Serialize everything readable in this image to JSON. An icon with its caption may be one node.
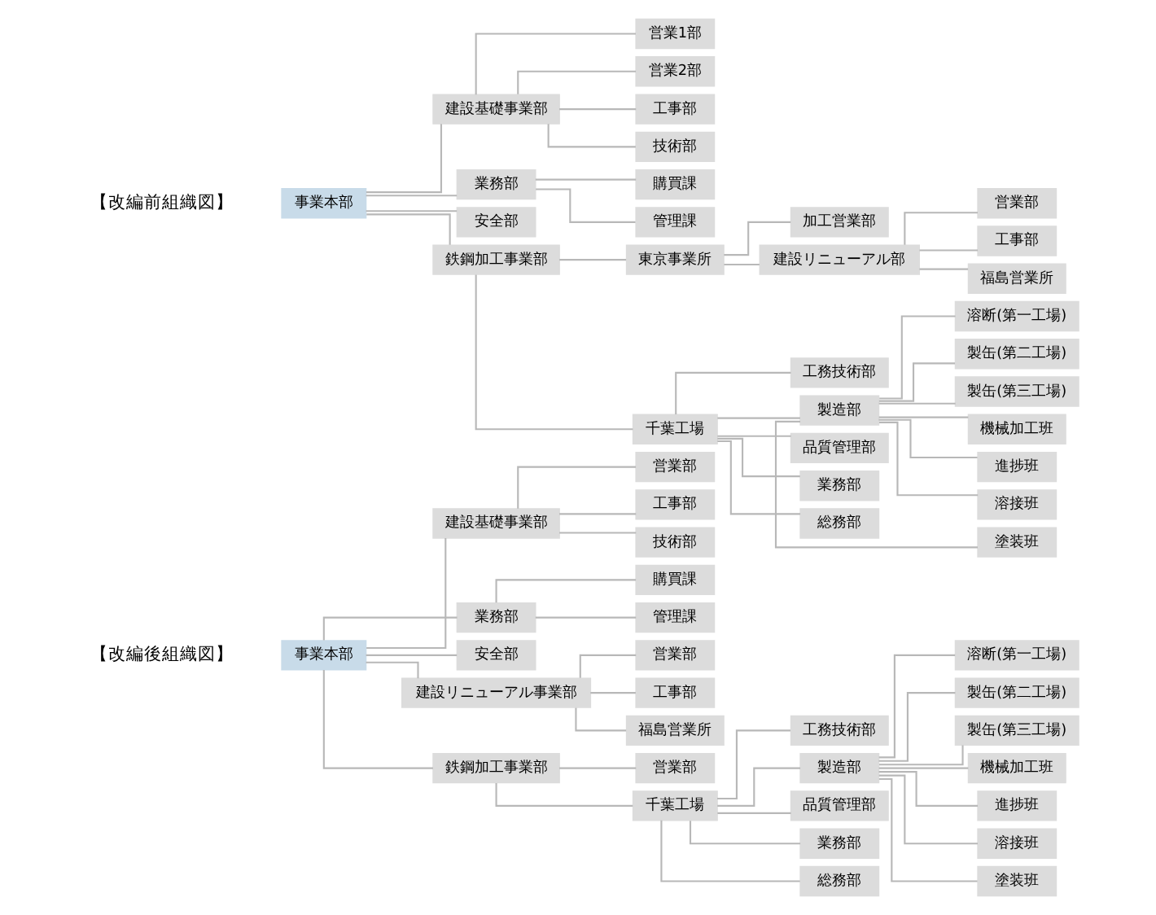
{
  "diagram": {
    "nodes": [
      {
        "text": [
          "事業本部"
        ]
      },
      {
        "text": [
          "建設基礎事業部"
        ]
      },
      {
        "text": [
          "営業部"
        ]
      },
      {
        "text": [
          "工事部"
        ]
      },
      {
        "text": [
          "技術部"
        ]
      },
      {
        "text": [
          "業務部"
        ]
      },
      {
        "text": [
          "購買課"
        ]
      },
      {
        "text": [
          "管理課"
        ]
      },
      {
        "text": [
          "安全部"
        ]
      },
      {
        "text": [
          "建設リニューアル事業部"
        ]
      },
      {
        "text": [
          "営業部"
        ]
      },
      {
        "text": [
          "工事部"
        ]
      },
      {
        "text": [
          "福島営業所"
        ]
      },
      {
        "text": [
          "鉄鋼加工事業部"
        ]
      },
      {
        "text": [
          "営業部"
        ]
      },
      {
        "text": [
          "千葉工場"
        ]
      },
      {
        "text": [
          "工務技術部"
        ]
      },
      {
        "text": [
          "製造部"
        ]
      },
      {
        "text": [
          "溶断(第一工場)"
        ]
      },
      {
        "text": [
          "製缶(第二工場)"
        ]
      },
      {
        "text": [
          "製缶(第三工場)"
        ]
      },
      {
        "text": [
          "機械加工班"
        ]
      },
      {
        "text": [
          "進捗班"
        ]
      },
      {
        "text": [
          "溶接班"
        ]
      },
      {
        "text": [
          "塗装班"
        ]
      },
      {
        "text": [
          "品質管理部"
        ]
      },
      {
        "text": [
          "業務部"
        ]
      },
      {
        "text": [
          "総務部"
        ]
      },
      {
        "text": [
          "事業本部"
        ]
      },
      {
        "text": [
          "建設基礎事業部"
        ]
      },
      {
        "text": [
          "営業1部"
        ]
      },
      {
        "text": [
          "営業2部"
        ]
      },
      {
        "text": [
          "工事部"
        ]
      },
      {
        "text": [
          "技術部"
        ]
      },
      {
        "text": [
          "業務部"
        ]
      },
      {
        "text": [
          "購買課"
        ]
      },
      {
        "text": [
          "管理課"
        ]
      },
      {
        "text": [
          "安全部"
        ]
      },
      {
        "text": [
          "鉄鋼加工事業部"
        ]
      },
      {
        "text": [
          "東京事業所"
        ]
      },
      {
        "text": [
          "加工営業部"
        ]
      },
      {
        "text": [
          "建設リニューアル部"
        ]
      },
      {
        "text": [
          "営業部"
        ]
      },
      {
        "text": [
          "工事部"
        ]
      },
      {
        "text": [
          "福島営業所"
        ]
      },
      {
        "text": [
          "千葉工場"
        ]
      },
      {
        "text": [
          "工務技術部"
        ]
      },
      {
        "text": [
          "製造部"
        ]
      },
      {
        "text": [
          "溶断(第一工場)"
        ]
      },
      {
        "text": [
          "製缶(第二工場)"
        ]
      },
      {
        "text": [
          "製缶(第三工場)"
        ]
      },
      {
        "text": [
          "機械加工班"
        ]
      },
      {
        "text": [
          "進捗班"
        ]
      },
      {
        "text": [
          "溶接班"
        ]
      },
      {
        "text": [
          "塗装班"
        ]
      },
      {
        "text": [
          "品質管理部"
        ]
      },
      {
        "text": [
          "業務部"
        ]
      },
      {
        "text": [
          "総務部"
        ]
      }
    ],
    "edges": [
      {
        "from": 0,
        "to": 1,
        "arrow": "none"
      },
      {
        "from": 1,
        "to": 2,
        "arrow": "none"
      },
      {
        "from": 1,
        "to": 3,
        "arrow": "none"
      },
      {
        "from": 1,
        "to": 4,
        "arrow": "none"
      },
      {
        "from": 0,
        "to": 5,
        "arrow": "none"
      },
      {
        "from": 5,
        "to": 6,
        "arrow": "none"
      },
      {
        "from": 5,
        "to": 7,
        "arrow": "none"
      },
      {
        "from": 0,
        "to": 8,
        "arrow": "none"
      },
      {
        "from": 0,
        "to": 9,
        "arrow": "none"
      },
      {
        "from": 9,
        "to": 10,
        "arrow": "none"
      },
      {
        "from": 9,
        "to": 11,
        "arrow": "none"
      },
      {
        "from": 9,
        "to": 12,
        "arrow": "none"
      },
      {
        "from": 0,
        "to": 13,
        "arrow": "none"
      },
      {
        "from": 13,
        "to": 14,
        "arrow": "none"
      },
      {
        "from": 13,
        "to": 15,
        "arrow": "none"
      },
      {
        "from": 15,
        "to": 16,
        "arrow": "none"
      },
      {
        "from": 15,
        "to": 17,
        "arrow": "none"
      },
      {
        "from": 17,
        "to": 18,
        "arrow": "none"
      },
      {
        "from": 17,
        "to": 19,
        "arrow": "none"
      },
      {
        "from": 17,
        "to": 20,
        "arrow": "none"
      },
      {
        "from": 17,
        "to": 21,
        "arrow": "none"
      },
      {
        "from": 17,
        "to": 22,
        "arrow": "none"
      },
      {
        "from": 17,
        "to": 23,
        "arrow": "none"
      },
      {
        "from": 17,
        "to": 24,
        "arrow": "none"
      },
      {
        "from": 15,
        "to": 25,
        "arrow": "none"
      },
      {
        "from": 15,
        "to": 26,
        "arrow": "none"
      },
      {
        "from": 15,
        "to": 27,
        "arrow": "none"
      },
      {
        "from": 28,
        "to": 29,
        "arrow": "none"
      },
      {
        "from": 29,
        "to": 30,
        "arrow": "none"
      },
      {
        "from": 29,
        "to": 31,
        "arrow": "none"
      },
      {
        "from": 29,
        "to": 32,
        "arrow": "none"
      },
      {
        "from": 29,
        "to": 33,
        "arrow": "none"
      },
      {
        "from": 28,
        "to": 34,
        "arrow": "none"
      },
      {
        "from": 34,
        "to": 35,
        "arrow": "none"
      },
      {
        "from": 34,
        "to": 36,
        "arrow": "none"
      },
      {
        "from": 28,
        "to": 37,
        "arrow": "none"
      },
      {
        "from": 28,
        "to": 38,
        "arrow": "none"
      },
      {
        "from": 38,
        "to": 39,
        "arrow": "none"
      },
      {
        "from": 39,
        "to": 40,
        "arrow": "none"
      },
      {
        "from": 39,
        "to": 41,
        "arrow": "none"
      },
      {
        "from": 41,
        "to": 42,
        "arrow": "none"
      },
      {
        "from": 41,
        "to": 43,
        "arrow": "none"
      },
      {
        "from": 41,
        "to": 44,
        "arrow": "none"
      },
      {
        "from": 38,
        "to": 45,
        "arrow": "none"
      },
      {
        "from": 45,
        "to": 46,
        "arrow": "none"
      },
      {
        "from": 45,
        "to": 47,
        "arrow": "none"
      },
      {
        "from": 47,
        "to": 48,
        "arrow": "none"
      },
      {
        "from": 47,
        "to": 49,
        "arrow": "none"
      },
      {
        "from": 47,
        "to": 50,
        "arrow": "none"
      },
      {
        "from": 47,
        "to": 51,
        "arrow": "none"
      },
      {
        "from": 47,
        "to": 52,
        "arrow": "none"
      },
      {
        "from": 47,
        "to": 53,
        "arrow": "none"
      },
      {
        "from": 47,
        "to": 54,
        "arrow": "none"
      },
      {
        "from": 45,
        "to": 55,
        "arrow": "none"
      },
      {
        "from": 45,
        "to": 56,
        "arrow": "none"
      },
      {
        "from": 45,
        "to": 57,
        "arrow": "none"
      }
    ],
    "labels": [
      "【改編後組織図】",
      "【改編前組織図】"
    ]
  }
}
